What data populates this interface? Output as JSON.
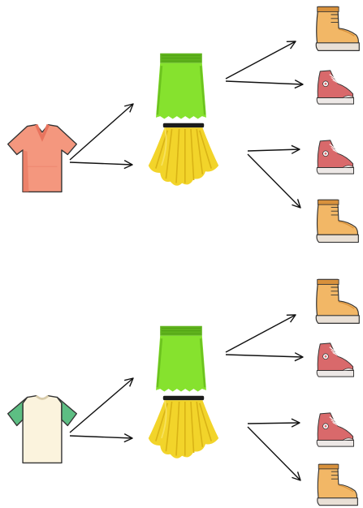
{
  "diagram": {
    "kind": "outfit-combination-tree",
    "branches": [
      {
        "shirt": "orange-v-neck-tshirt",
        "bottoms": [
          {
            "item": "green-skirt",
            "shoes": [
              "tan-boot",
              "red-sneaker"
            ]
          },
          {
            "item": "yellow-tutu",
            "shoes": [
              "red-sneaker",
              "tan-boot"
            ]
          }
        ]
      },
      {
        "shirt": "cream-green-sleeve-tshirt",
        "bottoms": [
          {
            "item": "green-skirt",
            "shoes": [
              "tan-boot",
              "red-sneaker"
            ]
          },
          {
            "item": "yellow-tutu",
            "shoes": [
              "red-sneaker",
              "tan-boot"
            ]
          }
        ]
      }
    ]
  },
  "colors": {
    "orange_shirt": "#F4977E",
    "orange_shirt_shade": "#E8745E",
    "cream_shirt": "#FBF3DD",
    "green_sleeve": "#5DBE83",
    "green_skirt": "#86E22E",
    "green_skirt_dark": "#5FB31C",
    "tutu_yellow": "#F2D42A",
    "tutu_shade": "#D9B316",
    "boot_tan": "#F2B766",
    "boot_shade": "#D8913C",
    "boot_sole": "#E9E0D6",
    "sneaker_red": "#D9696B",
    "sneaker_sole": "#EDE8E6",
    "outline": "#333333",
    "arrow": "#111111"
  }
}
